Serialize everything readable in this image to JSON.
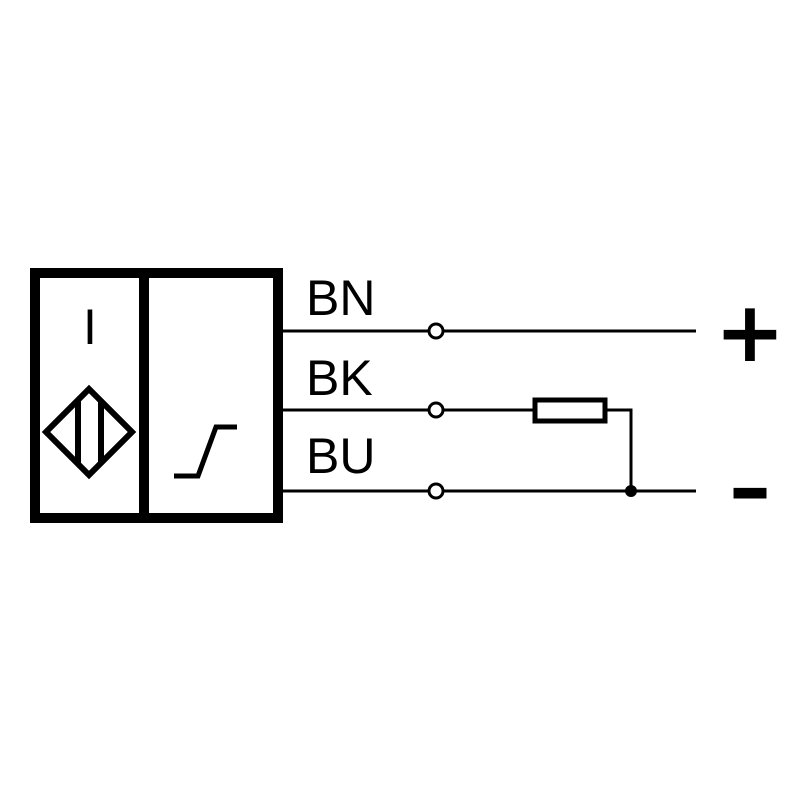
{
  "sensor": {
    "type_label": "I"
  },
  "wires": {
    "bn": {
      "label": "BN",
      "terminal": "+"
    },
    "bk": {
      "label": "BK"
    },
    "bu": {
      "label": "BU",
      "terminal": "–"
    }
  },
  "colors": {
    "line": "#000000",
    "background": "#ffffff"
  }
}
